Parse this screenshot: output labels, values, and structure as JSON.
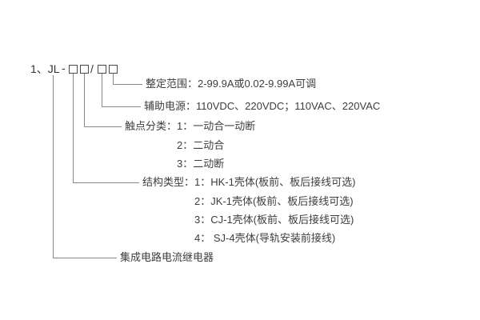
{
  "header": {
    "prefix": "1、JL",
    "dash": "-",
    "slash": "/"
  },
  "rows": {
    "setting_range": "整定范围：2-99.9A或0.02-9.99A可调",
    "aux_power": "辅助电源：110VDC、220VDC；110VAC、220VAC",
    "contact_type": "触点分类：1：一动合一动断",
    "contact_type_opt2": "2：二动合",
    "contact_type_opt3": "3：二动断",
    "structure_type": "结构类型：1：HK-1壳体(板前、板后接线可选)",
    "structure_type_opt2": "2：JK-1壳体(板前、板后接线可选)",
    "structure_type_opt3": "3：CJ-1壳体(板前、板后接线可选)",
    "structure_type_opt4": "4： SJ-4壳体(导轨安装前接线)",
    "product_name": "集成电路电流继电器"
  }
}
